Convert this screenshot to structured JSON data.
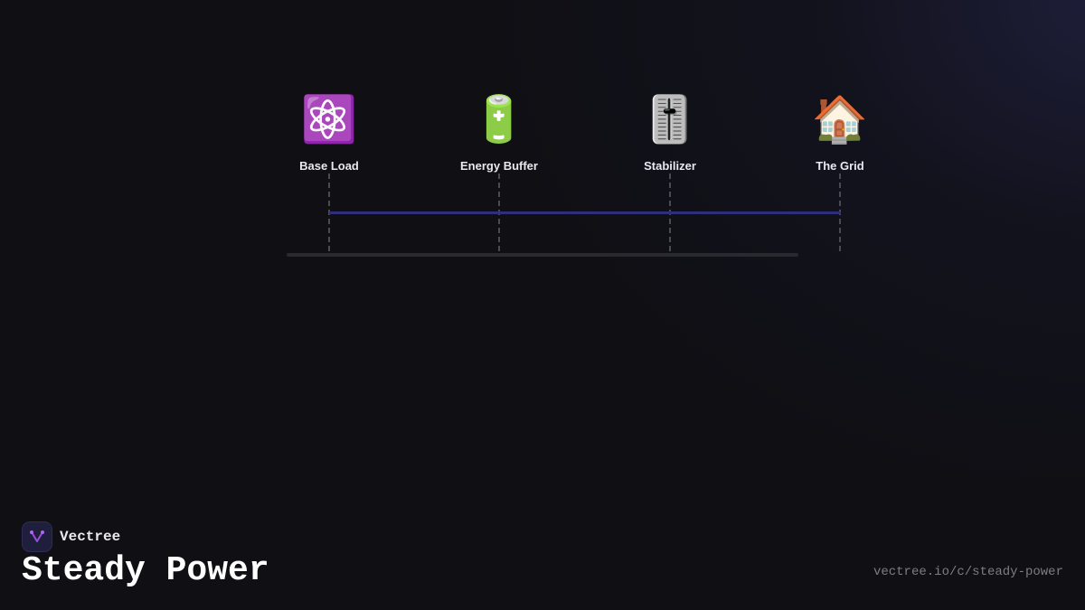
{
  "nodes": [
    {
      "icon": "⚛️",
      "icon_name": "atom-icon",
      "label": "Base Load"
    },
    {
      "icon": "🔋",
      "icon_name": "battery-icon",
      "label": "Energy Buffer"
    },
    {
      "icon": "🎚️",
      "icon_name": "level-slider-icon",
      "label": "Stabilizer"
    },
    {
      "icon": "🏠",
      "icon_name": "house-icon",
      "label": "The Grid"
    }
  ],
  "brand": {
    "name": "Vectree",
    "logo_icon": "vectree-logo-icon",
    "logo_color": "#9b4dd6"
  },
  "title": "Steady Power",
  "url": "vectree.io/c/steady-power",
  "colors": {
    "background": "#0f0f14",
    "connector": "#2e2e7a",
    "track": "#2a2a2e",
    "dashed_line": "#4a4a52"
  }
}
